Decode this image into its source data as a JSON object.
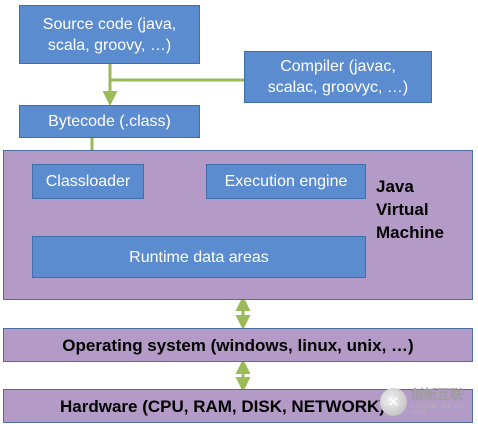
{
  "boxes": {
    "source": [
      "Source code (java,",
      "scala, groovy, …)"
    ],
    "compiler": [
      "Compiler (javac,",
      "scalac, groovyc, …)"
    ],
    "bytecode": "Bytecode (.class)",
    "classloader": "Classloader",
    "execution_engine": "Execution engine",
    "runtime_data_areas": "Runtime data areas",
    "operating_system": "Operating system (windows, linux, unix, …)",
    "hardware": "Hardware (CPU, RAM,  DISK, NETWORK)"
  },
  "jvm_label": [
    "Java",
    "Virtual",
    "Machine"
  ],
  "watermark": {
    "chinese": "创新互联",
    "english": "CHUANG XIN HU LIAN"
  },
  "colors": {
    "box_blue": "#5b8ccf",
    "box_purple": "#b49ac6",
    "arrow_green": "#9bbb59",
    "border": "#3f6fa8"
  }
}
